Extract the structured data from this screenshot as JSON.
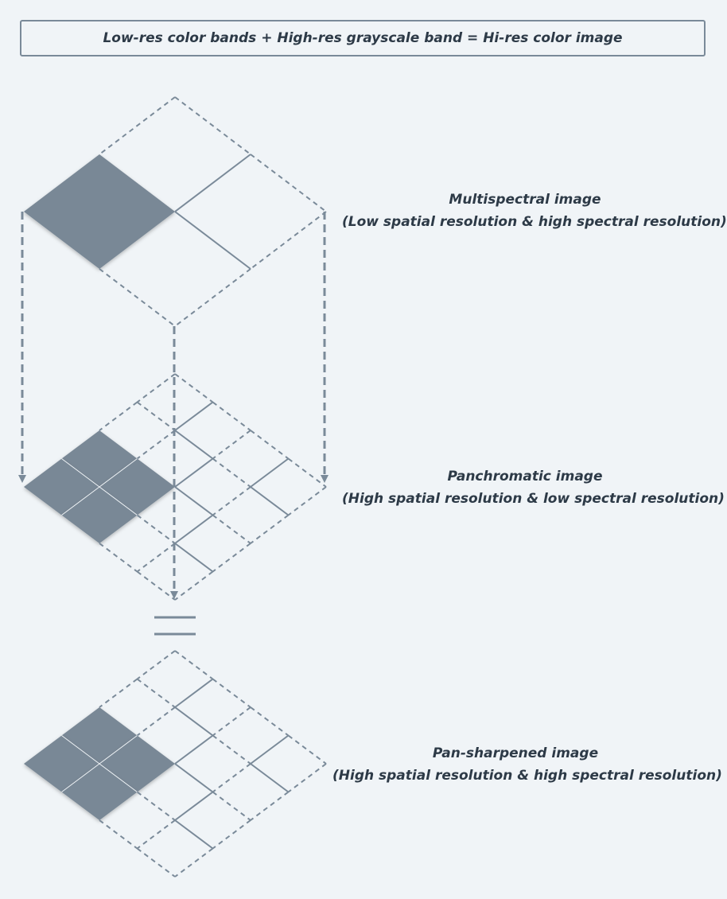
{
  "header": {
    "title": "Low-res color bands + High-res grayscale band = Hi-res color image"
  },
  "layers": [
    {
      "id": "multispectral",
      "name": "Multispectral image",
      "description": "(Low spatial resolution & high spectral resolution)",
      "grid": 2,
      "filled_cells": [
        [
          0,
          1
        ]
      ]
    },
    {
      "id": "panchromatic",
      "name": "Panchromatic image",
      "description": "(High spatial resolution & low spectral resolution)",
      "grid": 4,
      "filled_cells": [
        [
          0,
          2
        ],
        [
          1,
          2
        ],
        [
          0,
          3
        ],
        [
          1,
          3
        ]
      ]
    },
    {
      "id": "pan-sharpened",
      "name": "Pan-sharpened image",
      "description": "(High spatial resolution & high spectral resolution)",
      "grid": 4,
      "filled_cells": [
        [
          0,
          2
        ],
        [
          1,
          2
        ],
        [
          0,
          3
        ],
        [
          1,
          3
        ]
      ]
    }
  ],
  "operator_icon": "equals-icon",
  "colors": {
    "background": "#f0f4f7",
    "fill": "#798896",
    "line": "#7a8a99",
    "text": "#2d3a47"
  }
}
